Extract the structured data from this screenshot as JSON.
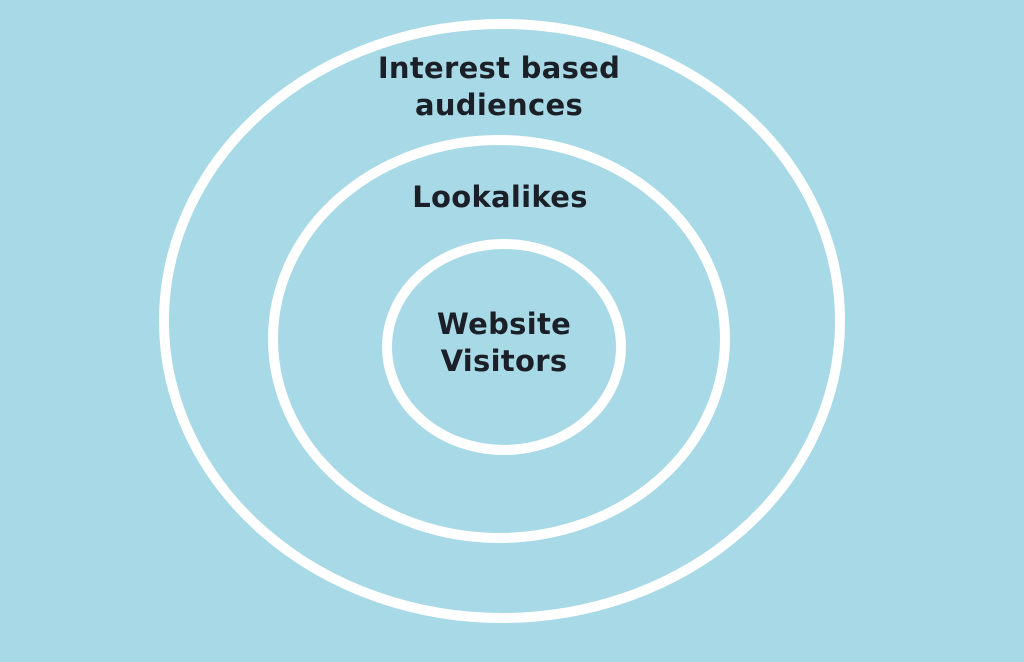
{
  "colors": {
    "background": "#a7d9e6",
    "ring": "#ffffff",
    "text": "#1b1f27"
  },
  "rings": {
    "outer": {
      "lines": [
        "Interest based",
        "audiences"
      ]
    },
    "middle": {
      "lines": [
        "Lookalikes"
      ]
    },
    "inner": {
      "lines": [
        "Website",
        "Visitors"
      ]
    }
  }
}
